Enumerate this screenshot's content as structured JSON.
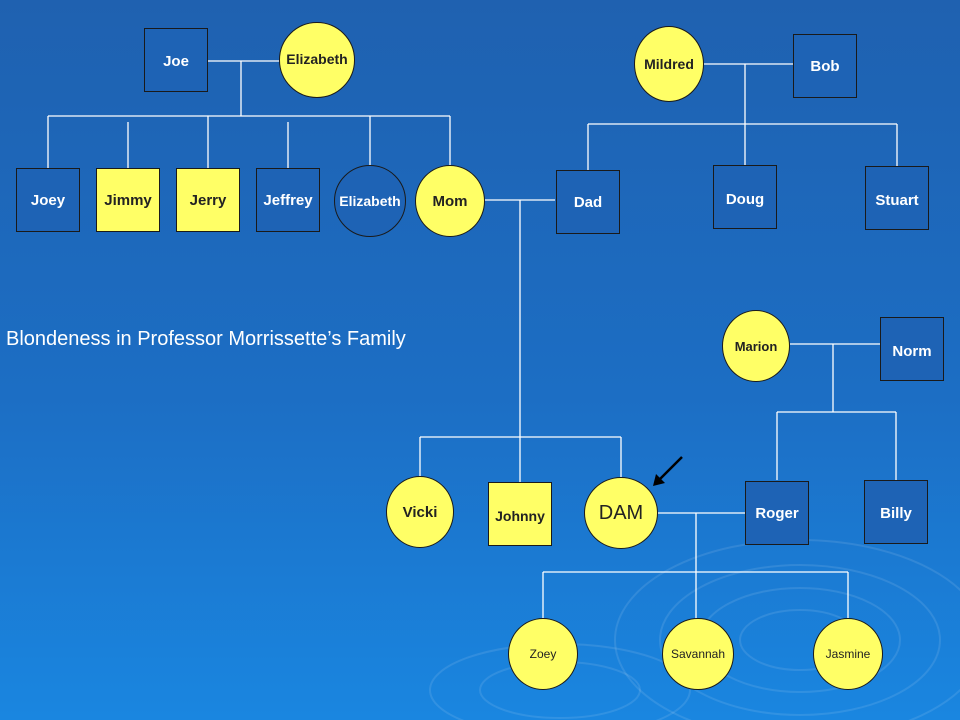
{
  "title": "Blondeness in Professor Morrissette’s Family",
  "colors": {
    "blonde": "#ffff66",
    "dark": "#1e63b5",
    "line": "#ffffff"
  },
  "people": {
    "joe": {
      "name": "Joe",
      "sex": "male",
      "blonde": false
    },
    "elizabeth_sr": {
      "name": "Elizabeth",
      "sex": "female",
      "blonde": true
    },
    "joey": {
      "name": "Joey",
      "sex": "male",
      "blonde": false
    },
    "jimmy": {
      "name": "Jimmy",
      "sex": "male",
      "blonde": true
    },
    "jerry": {
      "name": "Jerry",
      "sex": "male",
      "blonde": true
    },
    "jeffrey": {
      "name": "Jeffrey",
      "sex": "male",
      "blonde": false
    },
    "elizabeth_jr": {
      "name": "Elizabeth",
      "sex": "female",
      "blonde": false
    },
    "mom": {
      "name": "Mom",
      "sex": "female",
      "blonde": true
    },
    "mildred": {
      "name": "Mildred",
      "sex": "female",
      "blonde": true
    },
    "bob": {
      "name": "Bob",
      "sex": "male",
      "blonde": false
    },
    "dad": {
      "name": "Dad",
      "sex": "male",
      "blonde": false
    },
    "doug": {
      "name": "Doug",
      "sex": "male",
      "blonde": false
    },
    "stuart": {
      "name": "Stuart",
      "sex": "male",
      "blonde": false
    },
    "marion": {
      "name": "Marion",
      "sex": "female",
      "blonde": true
    },
    "norm": {
      "name": "Norm",
      "sex": "male",
      "blonde": false
    },
    "vicki": {
      "name": "Vicki",
      "sex": "female",
      "blonde": true
    },
    "johnny": {
      "name": "Johnny",
      "sex": "male",
      "blonde": true
    },
    "dam": {
      "name": "DAM",
      "sex": "female",
      "blonde": true
    },
    "roger": {
      "name": "Roger",
      "sex": "male",
      "blonde": false
    },
    "billy": {
      "name": "Billy",
      "sex": "male",
      "blonde": false
    },
    "zoey": {
      "name": "Zoey",
      "sex": "female",
      "blonde": true
    },
    "savannah": {
      "name": "Savannah",
      "sex": "female",
      "blonde": true
    },
    "jasmine": {
      "name": "Jasmine",
      "sex": "female",
      "blonde": true
    }
  }
}
